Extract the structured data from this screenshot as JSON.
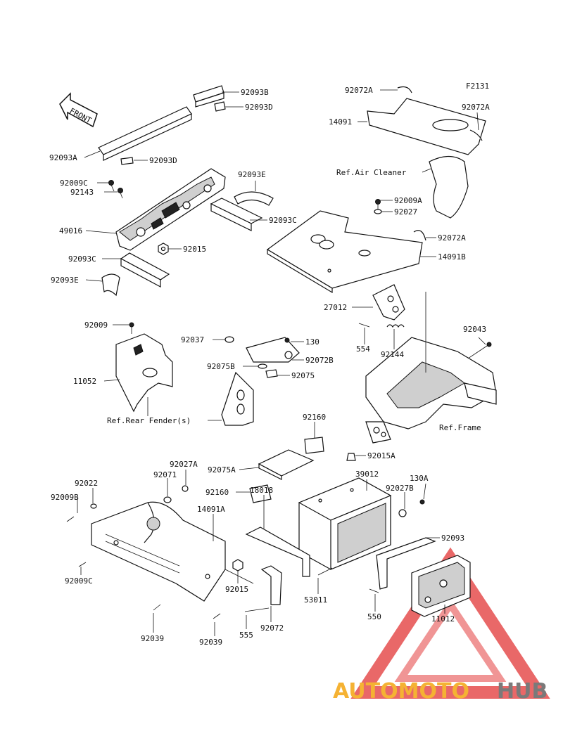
{
  "figure_code": "F2131",
  "front_label": "FRONT",
  "watermark": {
    "part1": "AUTOMOTO",
    "part2": "HUB",
    "color1": "#f5b233",
    "color2": "#7a7a7a",
    "triangle_color": "#e23b3b"
  },
  "labels": {
    "p92093B": "92093B",
    "p92093D_top": "92093D",
    "p92093A": "92093A",
    "p92093D": "92093D",
    "p92009C_top": "92009C",
    "p92143": "92143",
    "p92093E_top": "92093E",
    "p49016": "49016",
    "p92093C_right": "92093C",
    "p92015_top": "92015",
    "p92093C_left": "92093C",
    "p92093E": "92093E",
    "p92072A_top": "92072A",
    "p92072A_right": "92072A",
    "p14091": "14091",
    "ref_air_cleaner": "Ref.Air Cleaner",
    "p92009A": "92009A",
    "p92027": "92027",
    "p92072A_mid": "92072A",
    "p14091B": "14091B",
    "p27012": "27012",
    "p554": "554",
    "p92144": "92144",
    "p92043": "92043",
    "ref_frame": "Ref.Frame",
    "p92009": "92009",
    "p11052": "11052",
    "p92037": "92037",
    "p130": "130",
    "p92072B": "92072B",
    "p92075B": "92075B",
    "p92075": "92075",
    "ref_rear_fender": "Ref.Rear Fender(s)",
    "p92160_top": "92160",
    "p92075A": "92075A",
    "p92160": "92160",
    "p92015A": "92015A",
    "p39012": "39012",
    "p92027A": "92027A",
    "p92071": "92071",
    "p92022": "92022",
    "p92009B": "92009B",
    "p14091A": "14091A",
    "p18018": "18018",
    "p92027B": "92027B",
    "p130A": "130A",
    "p92093": "92093",
    "p92009C_bottom": "92009C",
    "p92015_bottom": "92015",
    "p53011": "53011",
    "p550": "550",
    "p11012": "11012",
    "p92039_a": "92039",
    "p92039_b": "92039",
    "p555": "555",
    "p92072": "92072"
  }
}
